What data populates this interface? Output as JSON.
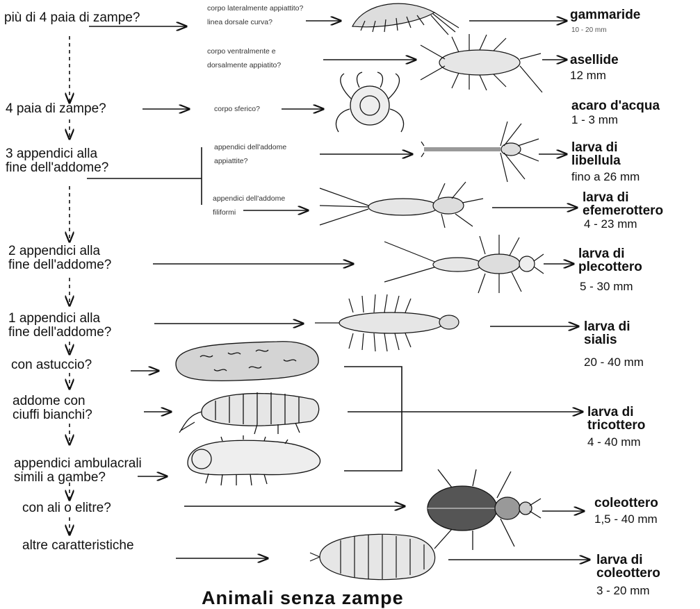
{
  "questions": {
    "q1": "più di 4 paia di zampe?",
    "q2": "4 paia di zampe?",
    "q3": "3 appendici alla\nfine dell'addome?",
    "q4": "2 appendici alla\nfine dell'addome?",
    "q5": "1 appendici alla\nfine dell'addome?",
    "q6": "con astuccio?",
    "q7": "addome con\nciuffi bianchi?",
    "q8": "appendici ambulacrali\nsimili a gambe?",
    "q9": "con ali o elitre?",
    "q10": "altre caratteristiche"
  },
  "subquestions": {
    "s1": "corpo lateralmente appiattito?\nlinea dorsale curva?",
    "s2": "corpo ventralmente e\ndorsalmente appiatito?",
    "s3": "corpo sferico?",
    "s4": "appendici dell'addome\nappiattite?",
    "s5": "appendici dell'addome\nfiliformi"
  },
  "results": {
    "r1": {
      "name": "gammaride",
      "size": "10 - 20 mm"
    },
    "r2": {
      "name": "asellide",
      "size": "12 mm"
    },
    "r3": {
      "name": "acaro d'acqua",
      "size": "1 - 3 mm"
    },
    "r4": {
      "name": "larva di\nlibellula",
      "size": "fino a 26 mm"
    },
    "r5": {
      "name": "larva di\nefemerottero",
      "size": "4 - 23 mm"
    },
    "r6": {
      "name": "larva di\nplecottero",
      "size": "5 - 30 mm"
    },
    "r7": {
      "name": "larva di\nsialis",
      "size": "20 - 40 mm"
    },
    "r8": {
      "name": "larva di\ntricottero",
      "size": "4 - 40 mm"
    },
    "r9": {
      "name": "coleottero",
      "size": "1,5 - 40 mm"
    },
    "r10": {
      "name": "larva di\ncoleottero",
      "size": "3  - 20 mm"
    }
  },
  "bottom_title": "Animali senza zampe"
}
